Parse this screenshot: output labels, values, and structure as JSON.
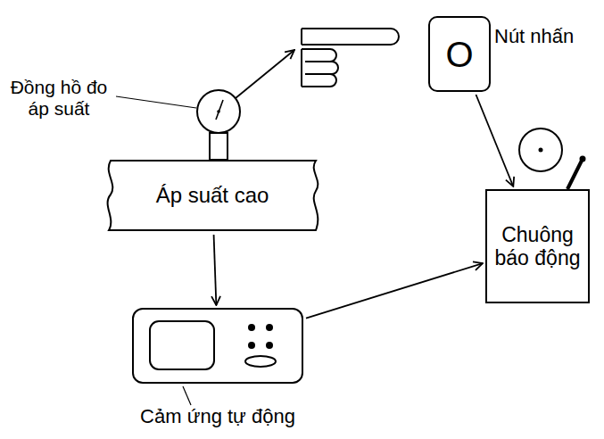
{
  "diagram": {
    "nodes": [
      {
        "text": [
          "O",
          "Nút nhấn"
        ]
      },
      {
        "text": [
          "Đồng hồ đo áp suất"
        ]
      },
      {
        "text": [
          "Áp suất cao"
        ]
      },
      {
        "text": [
          "Chuông báo động"
        ]
      },
      {
        "text": [
          "Cảm ứng tự động"
        ]
      }
    ],
    "edges": [
      {
        "from": 0,
        "to": 3,
        "arrow": "to"
      },
      {
        "from": 2,
        "to": 4,
        "arrow": "to"
      },
      {
        "from": 4,
        "to": 3,
        "arrow": "to"
      }
    ]
  }
}
